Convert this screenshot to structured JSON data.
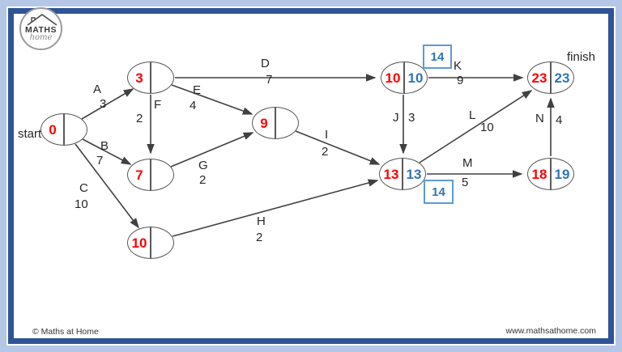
{
  "branding": {
    "logo_line1": "MATHS",
    "logo_line2": "home",
    "footer_left": "© Maths at Home",
    "footer_right": "www.mathsathome.com"
  },
  "diagram": {
    "type": "activity-network-critical-path",
    "start_label": "start",
    "finish_label": "finish",
    "nodes": [
      {
        "id": "start",
        "early": "0",
        "late": ""
      },
      {
        "id": "n3",
        "early": "3",
        "late": ""
      },
      {
        "id": "n7",
        "early": "7",
        "late": ""
      },
      {
        "id": "n10",
        "early": "10",
        "late": ""
      },
      {
        "id": "n9",
        "early": "9",
        "late": ""
      },
      {
        "id": "n10-10",
        "early": "10",
        "late": "10"
      },
      {
        "id": "n13-13",
        "early": "13",
        "late": "13"
      },
      {
        "id": "n18-19",
        "early": "18",
        "late": "19"
      },
      {
        "id": "n23-23",
        "early": "23",
        "late": "23"
      }
    ],
    "edges": [
      {
        "name": "A",
        "duration": "3",
        "from": "start",
        "to": "n3"
      },
      {
        "name": "B",
        "duration": "7",
        "from": "start",
        "to": "n7"
      },
      {
        "name": "C",
        "duration": "10",
        "from": "start",
        "to": "n10"
      },
      {
        "name": "D",
        "duration": "7",
        "from": "n3",
        "to": "n10-10"
      },
      {
        "name": "E",
        "duration": "4",
        "from": "n3",
        "to": "n9"
      },
      {
        "name": "F",
        "duration": "2",
        "from": "n3",
        "to": "n7"
      },
      {
        "name": "G",
        "duration": "2",
        "from": "n7",
        "to": "n9"
      },
      {
        "name": "H",
        "duration": "2",
        "from": "n10",
        "to": "n13-13"
      },
      {
        "name": "I",
        "duration": "2",
        "from": "n9",
        "to": "n13-13"
      },
      {
        "name": "J",
        "duration": "3",
        "from": "n10-10",
        "to": "n13-13"
      },
      {
        "name": "K",
        "duration": "9",
        "from": "n10-10",
        "to": "n23-23"
      },
      {
        "name": "L",
        "duration": "10",
        "from": "n13-13",
        "to": "n23-23"
      },
      {
        "name": "M",
        "duration": "5",
        "from": "n13-13",
        "to": "n18-19"
      },
      {
        "name": "N",
        "duration": "4",
        "from": "n18-19",
        "to": "n23-23"
      }
    ],
    "float_boxes": [
      {
        "value": "14",
        "attached_to": "n10-10"
      },
      {
        "value": "14",
        "attached_to": "n13-13"
      }
    ]
  },
  "colors": {
    "early_number": "#ff0000",
    "late_number": "#2e75b6",
    "float_box_border": "#5b9bd5",
    "frame_outer": "#b4c7e7",
    "frame_inner": "#2f5496",
    "wire": "#404040"
  }
}
